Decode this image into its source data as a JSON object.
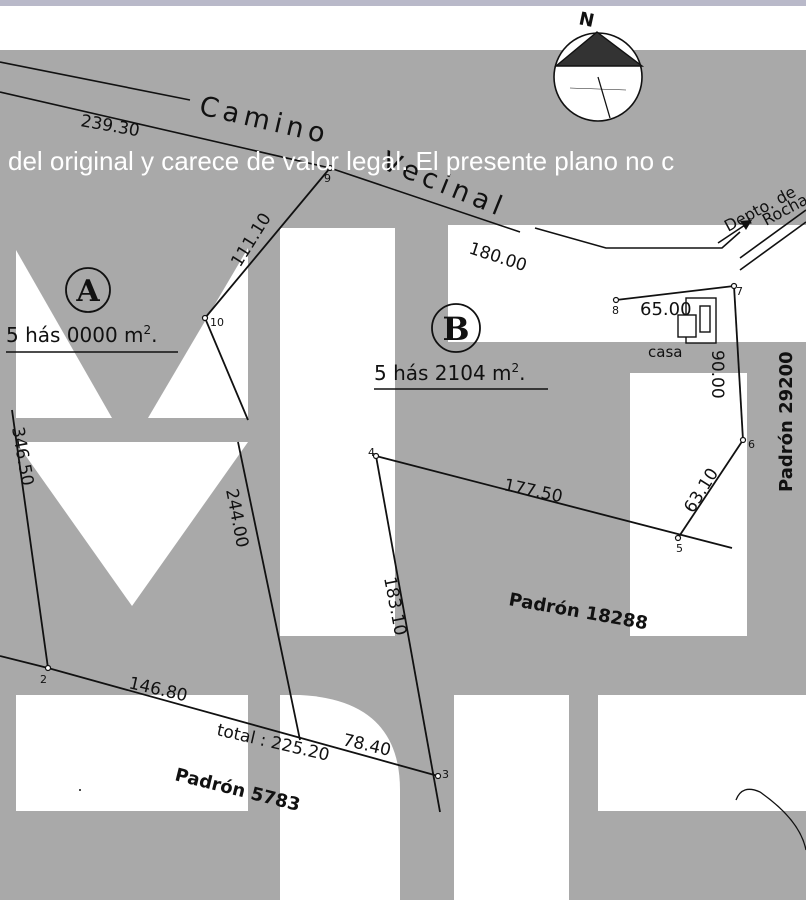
{
  "map": {
    "north_label": "N",
    "road_label": "Camino Vecinal",
    "road_word_1": "Camino",
    "road_word_2": "Vecinal",
    "direction_label_1": "Depto. de",
    "direction_label_2": "Rocha",
    "watermark_text": "del original y carece de valor legal. El presente plano no c",
    "house_label": "casa",
    "lots": [
      {
        "id": "A",
        "area": "5 hás 0000 m",
        "area_exp": "2",
        "area_end": "."
      },
      {
        "id": "B",
        "area": "5 hás 2104 m",
        "area_exp": "2",
        "area_end": "."
      }
    ],
    "neighbors": [
      "Padrón 18288",
      "Padrón 5783",
      "Padrón 29200"
    ],
    "measures": {
      "m239": "239.30",
      "m111": "111.10",
      "m180": "180.00",
      "m65": "65.00",
      "m90": "90.00",
      "m6310": "63.10",
      "m17750": "177.50",
      "m346": "346.50",
      "m244": "244.00",
      "m1831": "183.10",
      "m1468": "146.80",
      "m784": "78.40",
      "total": "total : 225.20"
    },
    "vertices": [
      "2",
      "3",
      "4",
      "5",
      "6",
      "7",
      "8",
      "9",
      "10"
    ]
  }
}
